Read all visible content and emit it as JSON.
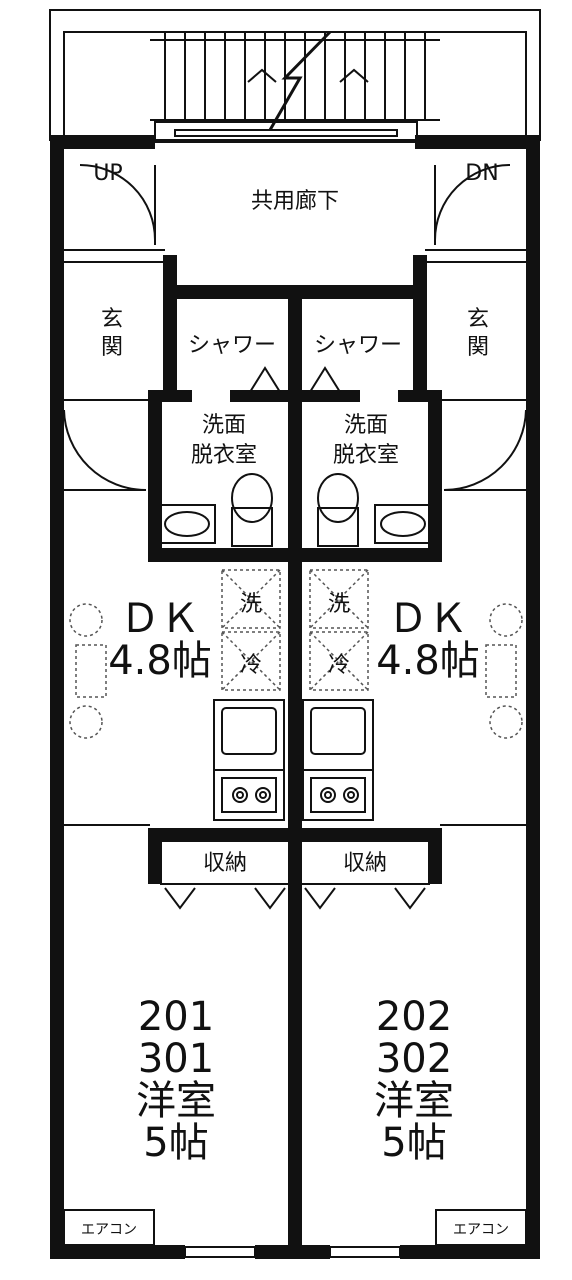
{
  "corridor": {
    "label": "共用廊下",
    "up": "UP",
    "down": "DN"
  },
  "unit_left": {
    "genkan": [
      "玄",
      "関"
    ],
    "shower": "シャワー",
    "washroom": [
      "洗面",
      "脱衣室"
    ],
    "wash_mark": "洗",
    "fridge_mark": "冷",
    "dk": [
      "ＤＫ",
      "4.8帖"
    ],
    "storage": "収納",
    "room": [
      "201",
      "301",
      "洋室",
      "5帖"
    ],
    "aircon": "エアコン"
  },
  "unit_right": {
    "genkan": [
      "玄",
      "関"
    ],
    "shower": "シャワー",
    "washroom": [
      "洗面",
      "脱衣室"
    ],
    "wash_mark": "洗",
    "fridge_mark": "冷",
    "dk": [
      "ＤＫ",
      "4.8帖"
    ],
    "storage": "収納",
    "room": [
      "202",
      "302",
      "洋室",
      "5帖"
    ],
    "aircon": "エアコン"
  }
}
